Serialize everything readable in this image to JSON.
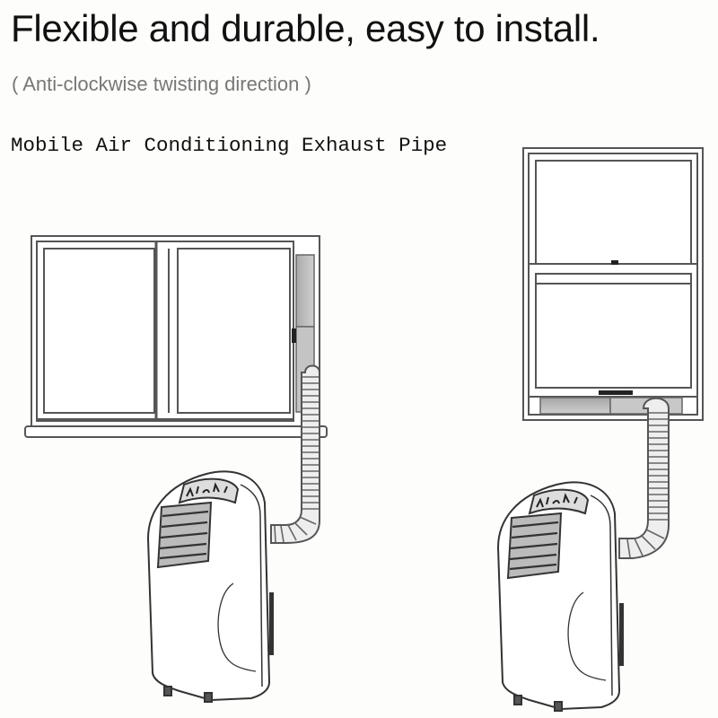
{
  "header": {
    "title": "Flexible and durable, easy to install.",
    "subtitle": "( Anti-clockwise twisting direction )"
  },
  "caption": "Mobile Air Conditioning Exhaust Pipe",
  "diagrams": [
    {
      "id": "sliding-window",
      "description": "Portable air conditioner with exhaust hose through sliding window vent panel"
    },
    {
      "id": "hung-window",
      "description": "Portable air conditioner with exhaust hose through double-hung window vent panel"
    }
  ],
  "colors": {
    "background": "#fdfdfb",
    "line": "#555555",
    "panel": "#b8b8b8",
    "text": "#111111",
    "subtext": "#777777"
  }
}
